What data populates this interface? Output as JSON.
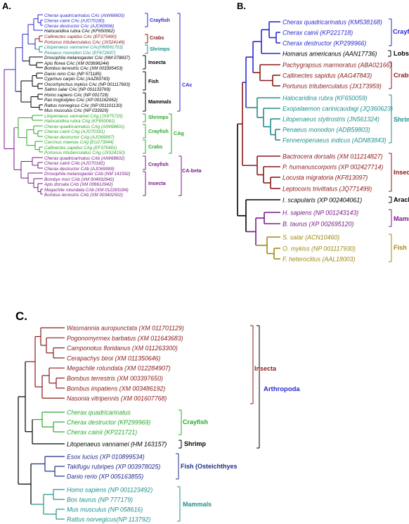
{
  "colors": {
    "blue": "#2a2ad0",
    "navy": "#1f2d8a",
    "darkred": "#8b1a1a",
    "teal": "#20908e",
    "green": "#2aa82a",
    "purple": "#7a1a8a",
    "olive": "#a08a10",
    "black": "#000000"
  },
  "panels": {
    "A": {
      "letter": "A.",
      "leaves": [
        {
          "text": "Cherax quadricarinatus CAc (AIW68600)",
          "color": "blue"
        },
        {
          "text": "Cherax cainii CAc (AJO70180)",
          "color": "blue"
        },
        {
          "text": "Cherax destructor CAc (AJO69996)",
          "color": "blue"
        },
        {
          "text": "Halocaridina rubra CAc (KF650062)",
          "color": "black"
        },
        {
          "text": "Callinectes sapidus CAc (EF375490)",
          "color": "darkred"
        },
        {
          "text": "Portunus trituberculatus CAc (JX524149)",
          "color": "darkred"
        },
        {
          "text": "Litopenaeus vannamei CAc(HM991703)",
          "color": "teal"
        },
        {
          "text": "Penaeus monodon CAc (EF672697)",
          "color": "teal"
        },
        {
          "text": "Drosophila melanogaster CAc (NM 078837)",
          "color": "black"
        },
        {
          "text": "Apis florea CAc (XM 003696244)",
          "color": "black"
        },
        {
          "text": "Bombus terrestris CAc (XM 003395453)",
          "color": "black"
        },
        {
          "text": "Danio rerio CAc (NP 571185)",
          "color": "black"
        },
        {
          "text": "Cyprinus carpio CAc (AAZ83743)",
          "color": "black"
        },
        {
          "text": "Oncorhynchus mykiss CAc (NP 001117693)",
          "color": "black"
        },
        {
          "text": "Salmo salar CAc (NP 001133769)",
          "color": "black"
        },
        {
          "text": "Homo sapiens CAc (NP 001729)",
          "color": "black"
        },
        {
          "text": "Pan troglodytes CAc (XP 001162062)",
          "color": "black"
        },
        {
          "text": "Rattus norvegicus CAc (NP 001101130)",
          "color": "black"
        },
        {
          "text": "Mus musculus CAc (NP 033929)",
          "color": "black"
        },
        {
          "text": "Litopenaeus vannamei CAg (JX975725)",
          "color": "green"
        },
        {
          "text": "Halocaridina rubra CAg (KF650061)",
          "color": "green"
        },
        {
          "text": "Cherax quadricarinatus CAg (AIW68601)",
          "color": "green"
        },
        {
          "text": "Cherax cainii CAg (AJO70181)",
          "color": "green"
        },
        {
          "text": "Cherax destructor CAg (AJO69997)",
          "color": "green"
        },
        {
          "text": "Carcinus maenas CAg (EU273944)",
          "color": "green"
        },
        {
          "text": "Callinectes sapidus CAg (EF375491)",
          "color": "green"
        },
        {
          "text": "Portunus trituberculatus CAg (JX524150)",
          "color": "green"
        },
        {
          "text": "Cherax quadricarinatus CAb (AIW68602)",
          "color": "purple"
        },
        {
          "text": "Cherax cainii CAb (AJO70182)",
          "color": "purple"
        },
        {
          "text": "Cherax destructor CAb (AJO69999)",
          "color": "purple"
        },
        {
          "text": "Drosophila melanogaster CAb (NM 141592)",
          "color": "purple"
        },
        {
          "text": "Bombyx mori CAb (XM 004932942)",
          "color": "purple"
        },
        {
          "text": "Apis dorsata CAb (XM 006612942)",
          "color": "purple"
        },
        {
          "text": "Megachile rotundata CAb (XM 012283184)",
          "color": "purple"
        },
        {
          "text": "Bombus terrestris CAb (XM 003402502)",
          "color": "purple"
        }
      ],
      "groups": [
        {
          "label": "Crayfish",
          "color": "blue"
        },
        {
          "label": "Crabs",
          "color": "darkred"
        },
        {
          "label": "Shrimps",
          "color": "teal"
        },
        {
          "label": "Insecta",
          "color": "black"
        },
        {
          "label": "Fish",
          "color": "black"
        },
        {
          "label": "Mammals",
          "color": "black"
        },
        {
          "label": "CAc",
          "color": "blue"
        },
        {
          "label": "Shrimps",
          "color": "green"
        },
        {
          "label": "Crayfish",
          "color": "green"
        },
        {
          "label": "Crabs",
          "color": "green"
        },
        {
          "label": "CAg",
          "color": "green"
        },
        {
          "label": "Crayfish",
          "color": "purple"
        },
        {
          "label": "Insecta",
          "color": "purple"
        },
        {
          "label": "CA-beta",
          "color": "purple"
        }
      ]
    },
    "B": {
      "letter": "B.",
      "leaves": [
        {
          "text": "Cherax quadricarinatus (KM538168)",
          "color": "blue"
        },
        {
          "text": "Cherax cainii (KP221718)",
          "color": "blue"
        },
        {
          "text": "Cherax destructor (KP299966)",
          "color": "blue"
        },
        {
          "text": "Homarus americanus (AAN17736)",
          "color": "black"
        },
        {
          "text": "Pachygrapsus marmoratus (ABA02166)",
          "color": "darkred"
        },
        {
          "text": "Callinectes sapidus (AAG47843)",
          "color": "darkred"
        },
        {
          "text": "Portunus trituberculatus (JX173959)",
          "color": "darkred"
        },
        {
          "text": "Halocaridina rubra (KF650059)",
          "color": "teal"
        },
        {
          "text": "Exopalaemon carinicaudagi (JQ360623)",
          "color": "teal"
        },
        {
          "text": "Litopenaeus stylirostris (JN561324)",
          "color": "teal"
        },
        {
          "text": "Penaeus monodon (ADB59803)",
          "color": "teal"
        },
        {
          "text": "Fenneropenaeus indicus (ADN83843)",
          "color": "teal"
        },
        {
          "text": "Bactrocera dorsalis (XM 011214827)",
          "color": "darkred"
        },
        {
          "text": "P. humanuscorporis (XP 002427714)",
          "color": "darkred"
        },
        {
          "text": "Locusta migratoria (KF813097)",
          "color": "darkred"
        },
        {
          "text": "Leptocoris trivittatus (JQ771499)",
          "color": "darkred"
        },
        {
          "text": "I. scapularis (XP 002404061)",
          "color": "black"
        },
        {
          "text": "H. sapiens (NP 001243143)",
          "color": "purple"
        },
        {
          "text": "B. taurus (XP 002695120)",
          "color": "purple"
        },
        {
          "text": "S. salar (ACN10460)",
          "color": "olive"
        },
        {
          "text": "O. mykiss (NP 001117930)",
          "color": "olive"
        },
        {
          "text": "F. heteroclitus (AAL18003)",
          "color": "olive"
        }
      ],
      "groups": [
        {
          "label": "Crayfish",
          "color": "blue"
        },
        {
          "label": "Lobster",
          "color": "black"
        },
        {
          "label": "Crabs",
          "color": "darkred"
        },
        {
          "label": "Shrimps",
          "color": "teal"
        },
        {
          "label": "Insects",
          "color": "darkred"
        },
        {
          "label": "Arachnida",
          "color": "black"
        },
        {
          "label": "Mammals",
          "color": "purple"
        },
        {
          "label": "Fish",
          "color": "olive"
        }
      ]
    },
    "C": {
      "letter": "C.",
      "leaves": [
        {
          "text": "Wasmannia auropunctata (XM 011701129)",
          "color": "darkred"
        },
        {
          "text": "Pogonomyrmex barbatus (XM 011643683)",
          "color": "darkred"
        },
        {
          "text": "Camponotus floridanus (XM 011263300)",
          "color": "darkred"
        },
        {
          "text": "Cerapachys biroi (XM 011350646)",
          "color": "darkred"
        },
        {
          "text": "Megachile rotundata (XM 012284907)",
          "color": "darkred"
        },
        {
          "text": "Bombus terrestris (XM 003397650)",
          "color": "darkred"
        },
        {
          "text": "Bombus impatiens (XM 003486192)",
          "color": "darkred"
        },
        {
          "text": "Nasonia vitripennis (XM 001607768)",
          "color": "darkred"
        },
        {
          "text": "Cherax quadricarinatus",
          "color": "green"
        },
        {
          "text": "Cherax destructor (KP299969)",
          "color": "green"
        },
        {
          "text": "Cherax cainii (KP221721)",
          "color": "green"
        },
        {
          "text": "Litopenaeus vannamei (HM 163157)",
          "color": "black"
        },
        {
          "text": "Esox lucius (XP 010899534)",
          "color": "navy"
        },
        {
          "text": "Takifugu rubripes (XP 003978025)",
          "color": "navy"
        },
        {
          "text": "Danio rerio (XP 005163855)",
          "color": "navy"
        },
        {
          "text": "Homo sapiens (NP 001123492)",
          "color": "teal"
        },
        {
          "text": "Bos taurus (NP 777179)",
          "color": "teal"
        },
        {
          "text": "Mus musculus (NP 058616)",
          "color": "teal"
        },
        {
          "text": "Rattus norvegicus(NP 113792)",
          "color": "teal"
        }
      ],
      "groups": [
        {
          "label": "Insecta",
          "color": "darkred"
        },
        {
          "label": "Crayfish",
          "color": "green"
        },
        {
          "label": "Shrimp",
          "color": "black"
        },
        {
          "label": "Fish (Osteichthyes",
          "color": "navy"
        },
        {
          "label": "Mammals",
          "color": "teal"
        },
        {
          "label": "Arthropoda",
          "color": "blue"
        }
      ]
    }
  }
}
